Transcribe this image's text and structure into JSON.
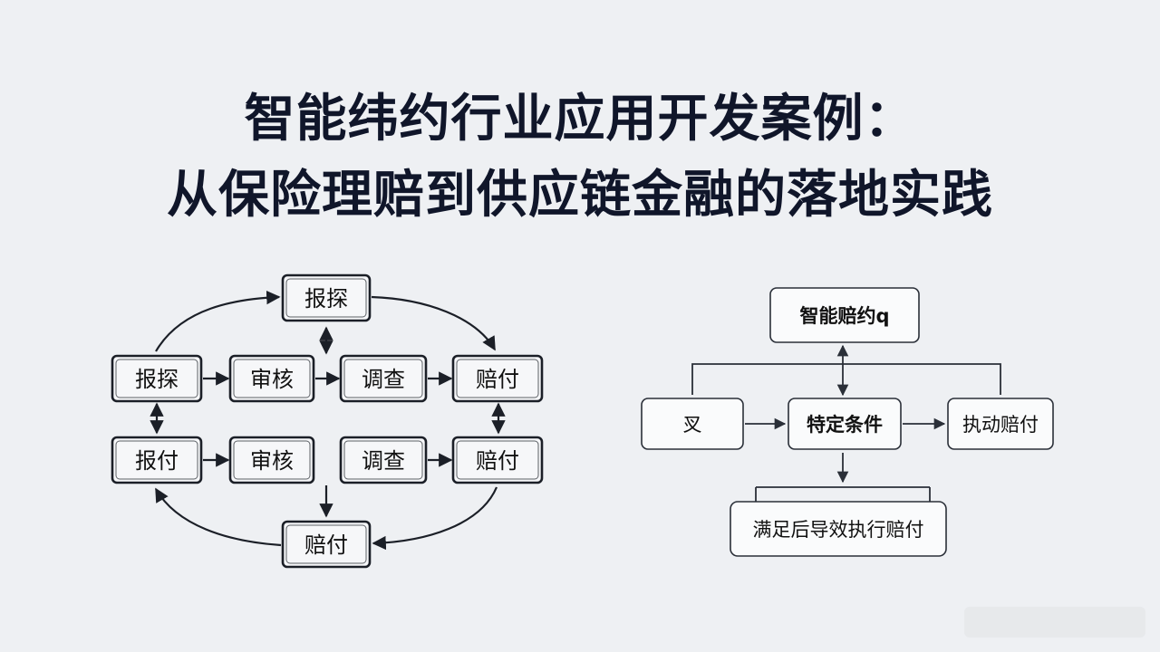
{
  "title": {
    "line1": "智能纬约行业应用开发案例：",
    "line2": "从保险理赔到供应链金融的落地实践"
  },
  "left_flow": {
    "top": "报探",
    "row1": [
      "报探",
      "审核",
      "调查",
      "赔付"
    ],
    "row2": [
      "报付",
      "审核",
      "调查",
      "赔付"
    ],
    "bottom": "赔付"
  },
  "right_flow": {
    "top": "智能赔约q",
    "icon_box": "㕚",
    "condition": "特定条件",
    "action": "执动赔付",
    "result": "满足后导效执行赔付"
  }
}
